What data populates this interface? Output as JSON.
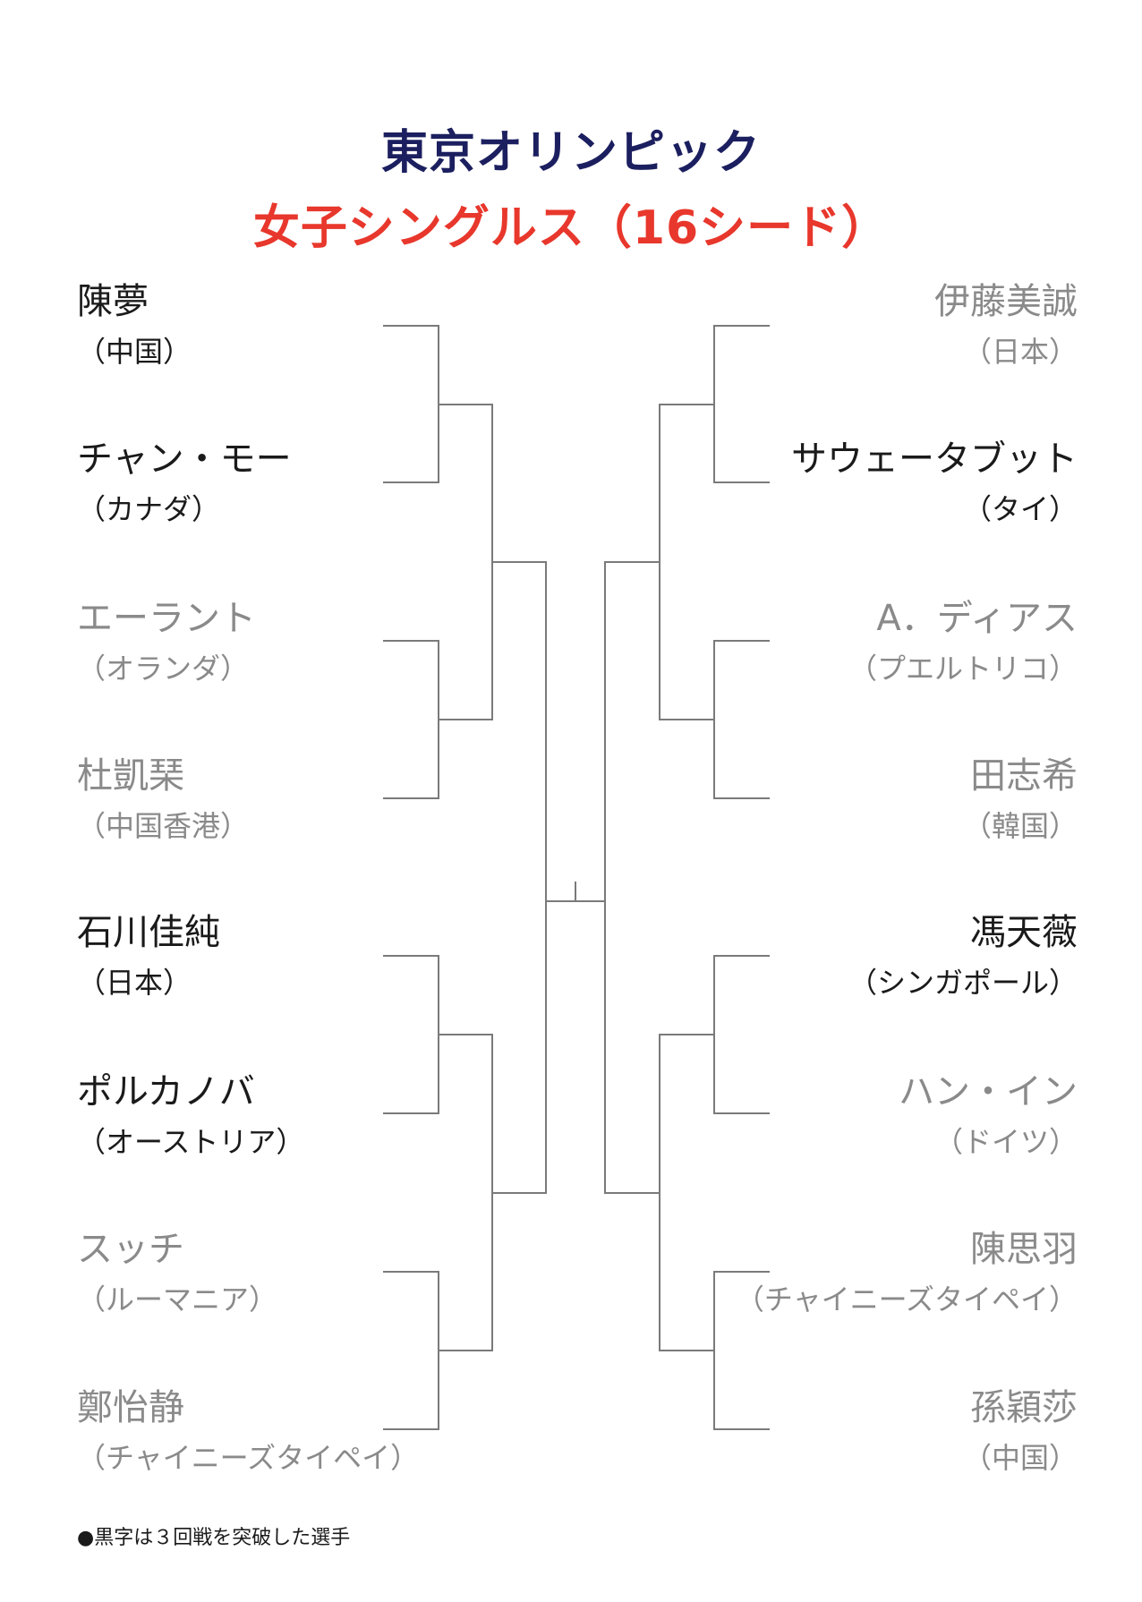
{
  "title": "東京オリンピック",
  "subtitle": "女子シングルス（16シード）",
  "colors": {
    "title": "#1c1f5f",
    "subtitle": "#e8372c",
    "advanced": "#1a1a1a",
    "eliminated": "#8a8a8a",
    "lines": "#7a7a7a"
  },
  "left_players": [
    {
      "name": "陳夢",
      "country": "（中国）",
      "advanced": true
    },
    {
      "name": "チャン・モー",
      "country": "（カナダ）",
      "advanced": true
    },
    {
      "name": "エーラント",
      "country": "（オランダ）",
      "advanced": false
    },
    {
      "name": "杜凱琹",
      "country": "（中国香港）",
      "advanced": false
    },
    {
      "name": "石川佳純",
      "country": "（日本）",
      "advanced": true
    },
    {
      "name": "ポルカノバ",
      "country": "（オーストリア）",
      "advanced": true
    },
    {
      "name": "スッチ",
      "country": "（ルーマニア）",
      "advanced": false
    },
    {
      "name": "鄭怡静",
      "country": "（チャイニーズタイペイ）",
      "advanced": false
    }
  ],
  "right_players": [
    {
      "name": "伊藤美誠",
      "country": "（日本）",
      "advanced": false
    },
    {
      "name": "サウェータブット",
      "country": "（タイ）",
      "advanced": true
    },
    {
      "name": "A．ディアス",
      "country": "（プエルトリコ）",
      "advanced": false
    },
    {
      "name": "田志希",
      "country": "（韓国）",
      "advanced": false
    },
    {
      "name": "馮天薇",
      "country": "（シンガポール）",
      "advanced": true
    },
    {
      "name": "ハン・イン",
      "country": "（ドイツ）",
      "advanced": false
    },
    {
      "name": "陳思羽",
      "country": "（チャイニーズタイペイ）",
      "advanced": false
    },
    {
      "name": "孫穎莎",
      "country": "（中国）",
      "advanced": false
    }
  ],
  "footnote": "●黒字は３回戦を突破した選手"
}
